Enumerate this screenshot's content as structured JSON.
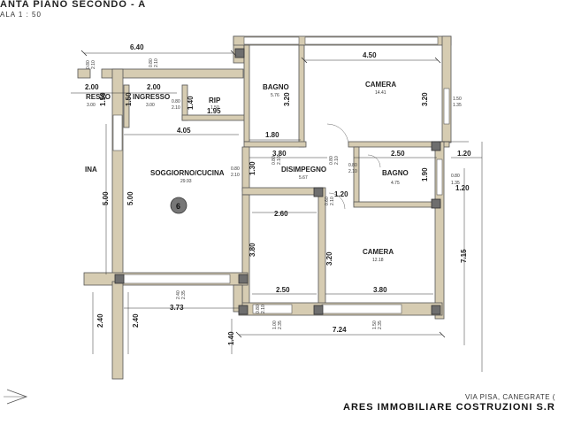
{
  "header": {
    "title": "ANTA PIANO SECONDO - A",
    "scale": "ALA 1 : 50"
  },
  "footer": {
    "address": "VIA PISA, CANEGRATE (",
    "company": "ARES IMMOBILIARE COSTRUZIONI S.R"
  },
  "rooms": {
    "ingresso_left": {
      "name": "RESSO",
      "area": "3.00"
    },
    "ingresso": {
      "name": "INGRESSO",
      "area": "3.00"
    },
    "rip": {
      "name": "RIP",
      "area": "1.50"
    },
    "bagno_top": {
      "name": "BAGNO",
      "area": "5.76"
    },
    "camera_top": {
      "name": "CAMERA",
      "area": "14.41"
    },
    "soggiorno": {
      "name": "SOGGIORNO/CUCINA",
      "area": "29.93"
    },
    "disimpegno": {
      "name": "DISIMPEGNO",
      "area": "5.67"
    },
    "bagno_right": {
      "name": "BAGNO",
      "area": "4.75"
    },
    "camera_bottom": {
      "name": "CAMERA",
      "area": "12.18"
    },
    "cucina_left": {
      "name": "INA"
    }
  },
  "unit_marker": "6",
  "dimensions": {
    "d640": "6.40",
    "d450": "4.50",
    "d200": "2.00",
    "d405": "4.05",
    "d180": "1.80",
    "d380a": "3.80",
    "d250a": "2.50",
    "d120": "1.20",
    "d260": "2.60",
    "d250b": "2.50",
    "d380b": "3.80",
    "d373": "3.73",
    "d724": "7.24",
    "d715": "7.15",
    "d140": "1.40",
    "v150a": "1.50",
    "v150b": "1.50",
    "v140": "1.40",
    "v195": "1.95",
    "v320a": "3.20",
    "v320b": "3.20",
    "v130": "1.30",
    "v190": "1.90",
    "v380": "3.80",
    "v320c": "3.20",
    "v500a": "5.00",
    "v500b": "5.00",
    "v240a": "2.40",
    "v240b": "2.40",
    "v120": "1.20"
  },
  "openings": {
    "o1a": "0.80",
    "o1b": "2.10",
    "o2a": "0.80",
    "o2b": "2.10",
    "o3a": "0.80",
    "o3b": "2.10",
    "o4a": "1.50",
    "o4b": "1.35",
    "o5a": "0.80",
    "o5b": "2.10",
    "o6a": "0.80",
    "o6b": "2.10",
    "o7a": "0.80",
    "o7b": "2.10",
    "o8a": "0.80",
    "o8b": "2.10",
    "o9a": "0.80",
    "o9b": "1.35",
    "o10a": "0.80",
    "o10b": "2.10",
    "o11a": "0.60",
    "o11b": "2.10",
    "o12a": "2.40",
    "o12b": "2.35",
    "o13a": "1.00",
    "o13b": "2.35",
    "o14a": "1.50",
    "o14b": "2.35",
    "o15a": "0.80",
    "o15b": "2.10"
  }
}
